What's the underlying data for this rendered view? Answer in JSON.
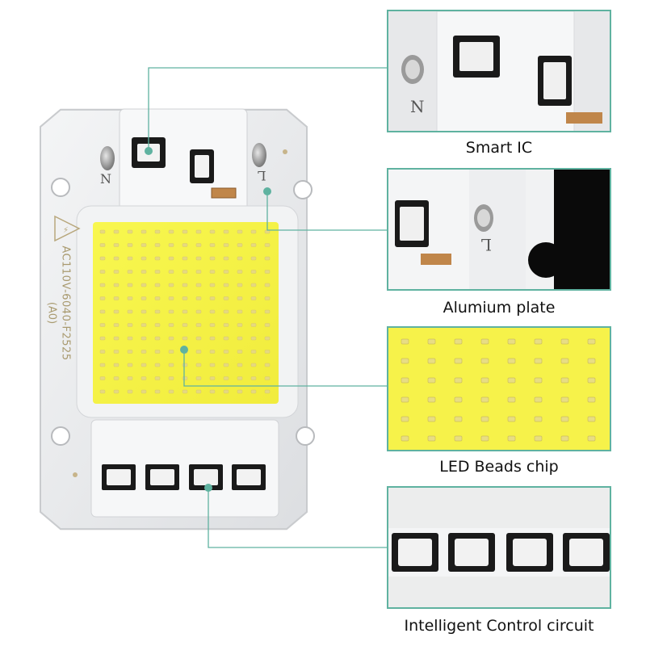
{
  "board": {
    "pin_left": "N",
    "pin_right": "L",
    "silk_text": "AC110V-6040-F2525",
    "silk_sub": "(A0)"
  },
  "callouts": [
    {
      "label": "Smart IC"
    },
    {
      "label": "Alumium plate"
    },
    {
      "label": "LED Beads chip"
    },
    {
      "label": "Intelligent Control circuit"
    }
  ],
  "colors": {
    "accent_line": "#5fb2a0",
    "led_yellow": "#f6f24a",
    "board_white": "#ecedef"
  }
}
